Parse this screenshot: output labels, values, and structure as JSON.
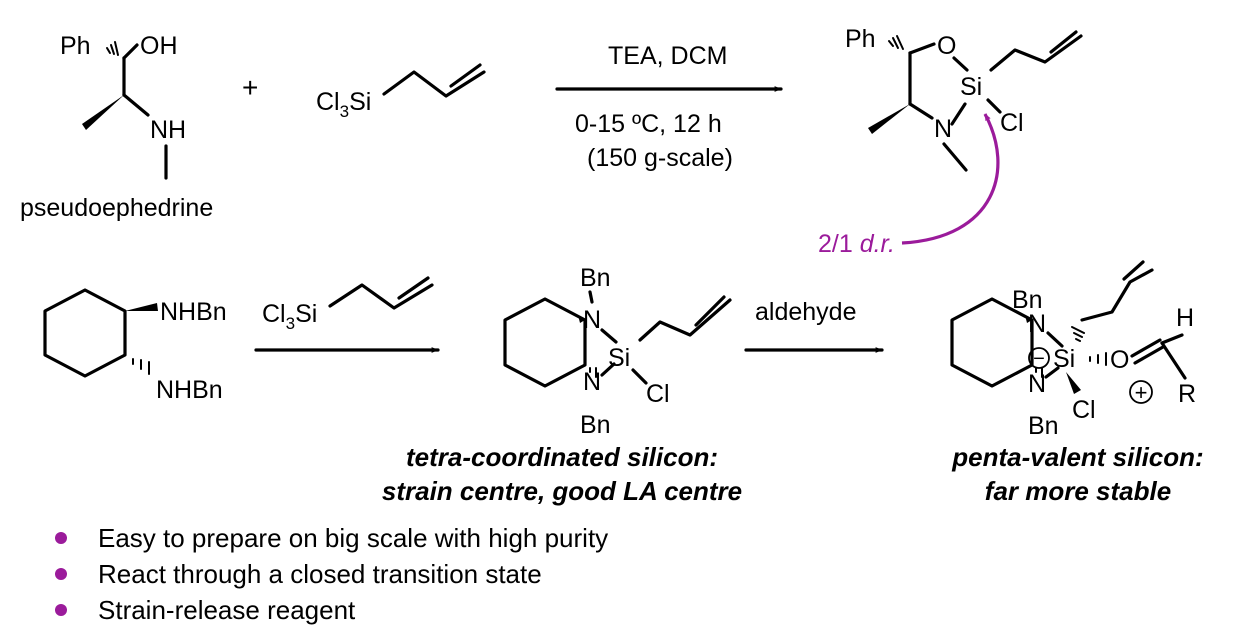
{
  "colors": {
    "accent": "#9b1b9b",
    "ink": "#000000"
  },
  "reaction1": {
    "reactant1": {
      "ph": "Ph",
      "oh": "OH",
      "nh": "NH",
      "name": "pseudoephedrine"
    },
    "plus": "+",
    "reagent": {
      "cl": "Cl",
      "cl_sub": "3",
      "si": "Si"
    },
    "conditions": {
      "reagents": "TEA, DCM",
      "temp_time": "0-15 ºC, 12 h",
      "scale": "(150 g-scale)"
    },
    "product": {
      "ph": "Ph",
      "o": "O",
      "si": "Si",
      "n": "N",
      "cl": "Cl"
    },
    "dr_value": "2/1 ",
    "dr_unit": "d.r."
  },
  "reaction2": {
    "diamine": {
      "nhbn_top": "NHBn",
      "nhbn_bottom": "NHBn"
    },
    "reagent": {
      "cl": "Cl",
      "cl_sub": "3",
      "si": "Si"
    },
    "tetra": {
      "bn_top": "Bn",
      "n_top": "N",
      "si": "Si",
      "n_bottom": "N",
      "cl": "Cl",
      "bn_bottom": "Bn"
    },
    "condition": "aldehyde",
    "penta": {
      "bn_top": "Bn",
      "n_top": "N",
      "minus": "−",
      "si": "Si",
      "o": "O",
      "plus": "+",
      "h": "H",
      "r": "R",
      "n_bottom": "N",
      "cl": "Cl",
      "bn_bottom": "Bn"
    },
    "caption_tetra": [
      "tetra-coordinated silicon:",
      "strain centre, good LA centre"
    ],
    "caption_penta": [
      "penta-valent silicon:",
      "far more stable"
    ]
  },
  "bullets": [
    "Easy to prepare on big scale with high purity",
    "React through a closed transition state",
    "Strain-release reagent"
  ]
}
